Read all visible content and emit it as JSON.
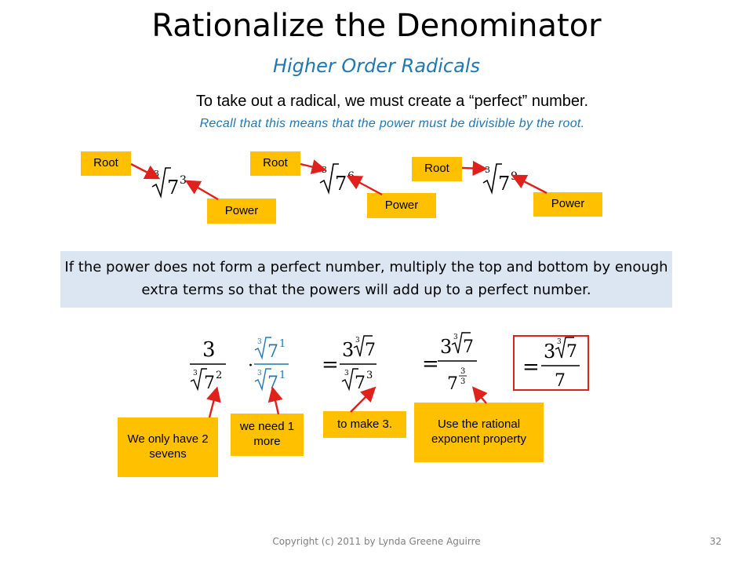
{
  "slide": {
    "title": "Rationalize the Denominator",
    "subtitle": "Higher Order Radicals",
    "intro": "To take out a radical, we must create a “perfect” number.",
    "recall": "Recall that this means that the power must be divisible by the root.",
    "note": "If the power does not form a perfect number, multiply the top and bottom by enough extra terms so that the powers will add up to a perfect number."
  },
  "examples": [
    {
      "root_label": "Root",
      "power_label": "Power",
      "index": "3",
      "radicand": "7",
      "exponent": "3"
    },
    {
      "root_label": "Root",
      "power_label": "Power",
      "index": "3",
      "radicand": "7",
      "exponent": "6"
    },
    {
      "root_label": "Root",
      "power_label": "Power",
      "index": "3",
      "radicand": "7",
      "exponent": "9"
    }
  ],
  "work": {
    "numerator": "3",
    "index": "3",
    "radicand": "7",
    "den_exponent": "2",
    "mult_exponent": "1",
    "sum_exponent": "3",
    "frac_exponent_num": "3",
    "frac_exponent_den": "3",
    "dot": "·",
    "equals": "=",
    "final_numerator": "3",
    "final_denominator": "7"
  },
  "callouts": {
    "only_two": "We only have 2 sevens",
    "need_one": "we need 1 more",
    "make_three": "to make 3.",
    "rational_exp": "Use the rational exponent property"
  },
  "colors": {
    "tag": "#ffc000",
    "arrow": "#e0201b",
    "accent": "#1f77b4",
    "note_bg": "#dce6f2",
    "final_box": "#e0201b"
  },
  "footer": {
    "copyright": "Copyright (c) 2011 by Lynda Greene Aguirre",
    "page": "32"
  }
}
